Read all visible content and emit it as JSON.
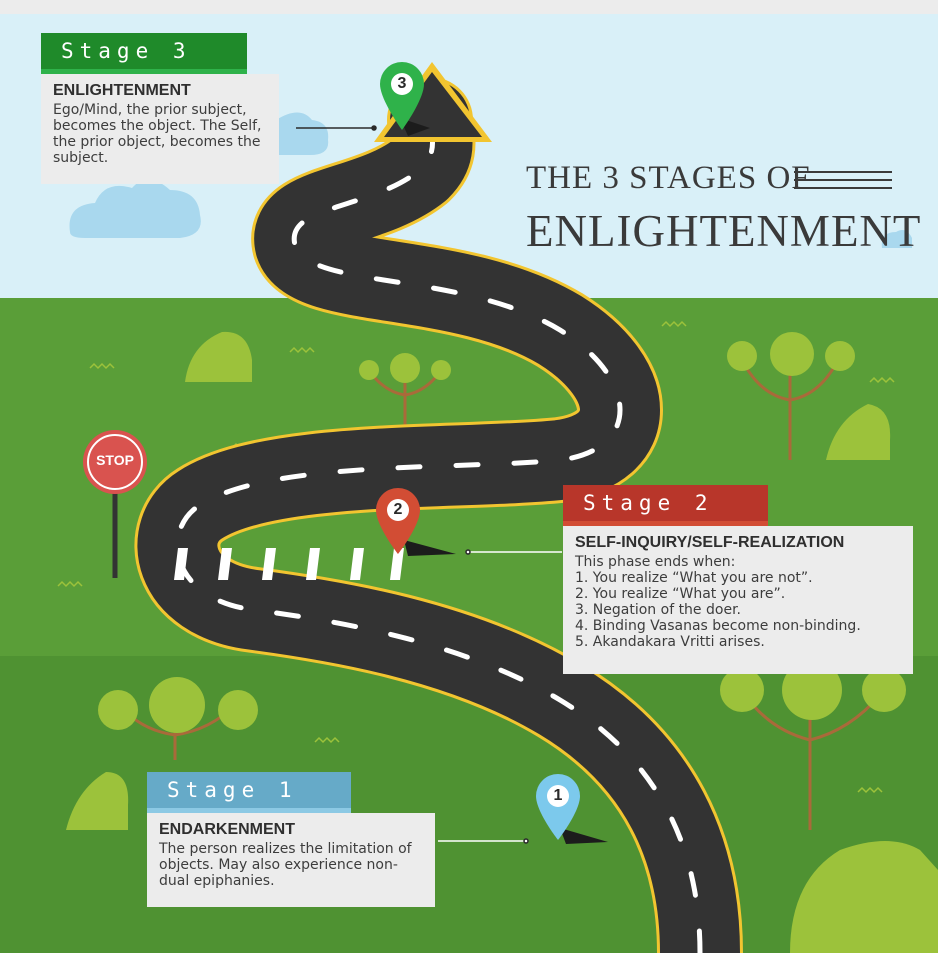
{
  "title": {
    "line1": "THE 3 STAGES OF",
    "line2": "ENLIGHTENMENT"
  },
  "stop_sign": {
    "label": "STOP"
  },
  "stages": [
    {
      "tab": "Stage 3",
      "pin_number": "3",
      "heading": "ENLIGHTENMENT",
      "text": "Ego/Mind, the prior subject, becomes the object. The Self, the prior object, becomes the subject."
    },
    {
      "tab": "Stage 2",
      "pin_number": "2",
      "heading": "SELF-INQUIRY/SELF-REALIZATION",
      "intro": "This phase ends when:",
      "items": [
        "1. You realize “What you are not”.",
        "2. You realize “What you are”.",
        "3. Negation of the doer.",
        "4. Binding Vasanas become non-binding.",
        "5. Akandakara Vritti arises."
      ]
    },
    {
      "tab": "Stage 1",
      "pin_number": "1",
      "heading": "ENDARKENMENT",
      "text": "The person realizes the limitation of objects. May also experience non-dual epiphanies."
    }
  ],
  "colors": {
    "sky": "#d9f0f8",
    "grass": "#5a9e38",
    "road": "#333333",
    "stage3": "#1f8a2a",
    "stage2": "#b8362a",
    "stage1": "#66aac8"
  },
  "icons": [
    "stop-sign-icon",
    "location-pin-icon",
    "cloud-icon",
    "tree-icon",
    "bush-icon",
    "arrow-icon"
  ]
}
